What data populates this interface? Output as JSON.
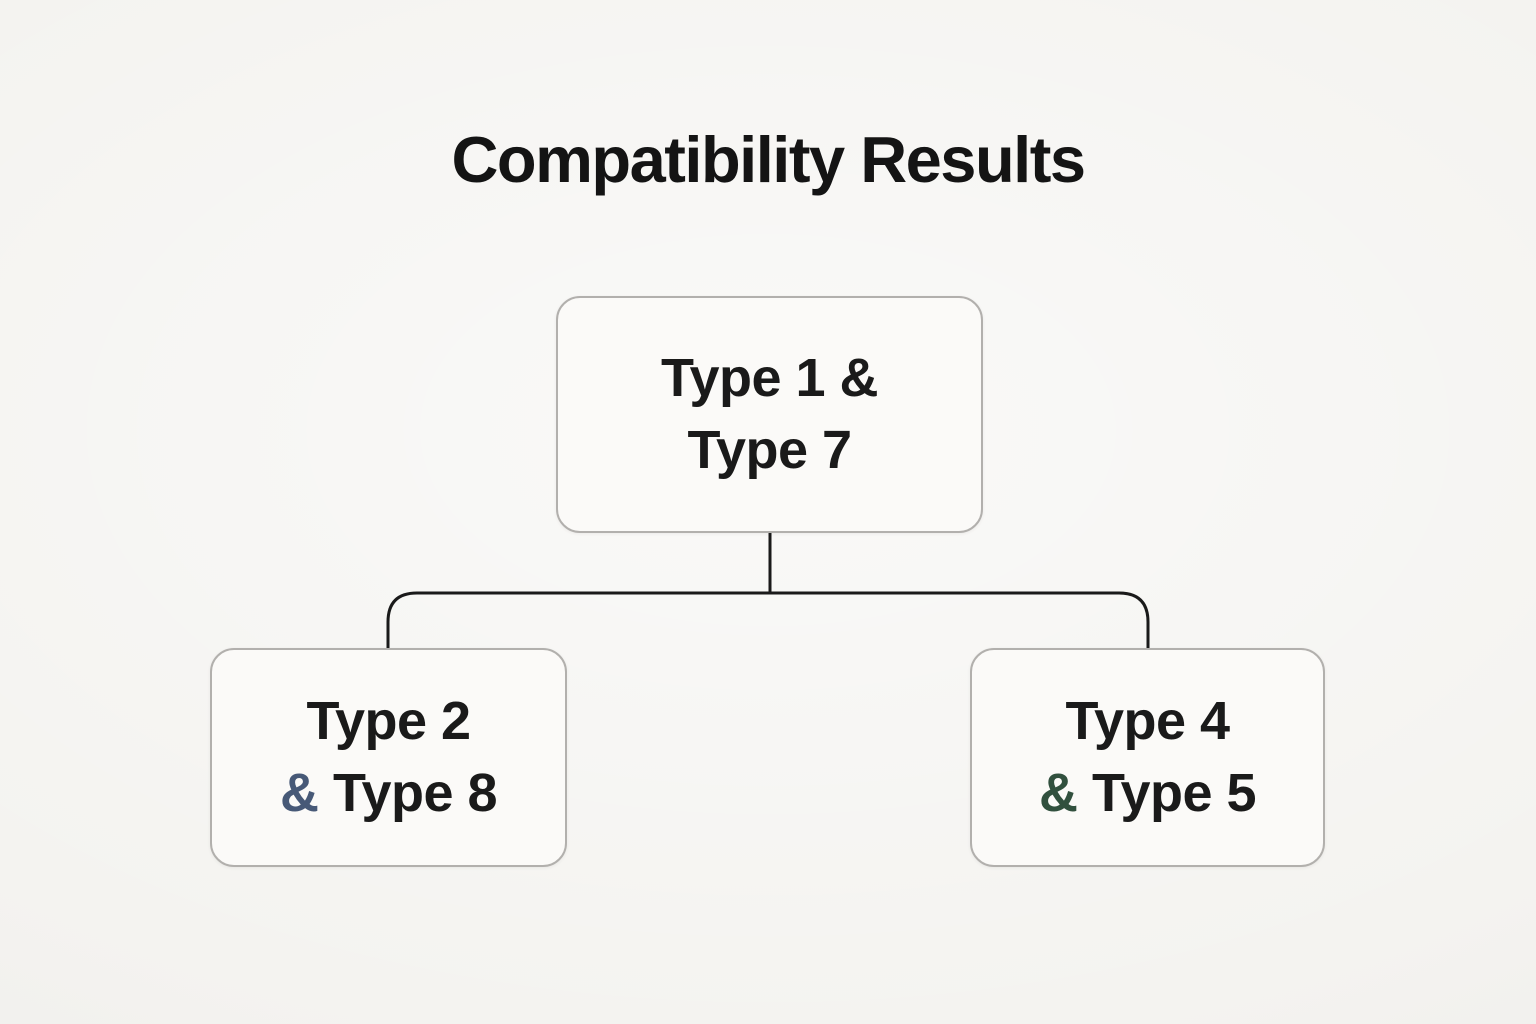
{
  "title": "Compatibility Results",
  "tree": {
    "root": {
      "line1": "Type 1 &",
      "line2": "Type 7"
    },
    "children": [
      {
        "line1": "Type 2",
        "amp": "&",
        "partner": "Type 8"
      },
      {
        "line1": "Type 4",
        "amp": "&",
        "partner": "Type 5"
      }
    ]
  },
  "colors": {
    "background": "#f4f3f0",
    "box_fill": "#fbfaf8",
    "box_border": "#b2b0ad",
    "connector": "#1a1a1a",
    "text": "#1a1a1a",
    "title": "#141414",
    "amp_left": "#475977",
    "amp_right": "#31503e"
  }
}
